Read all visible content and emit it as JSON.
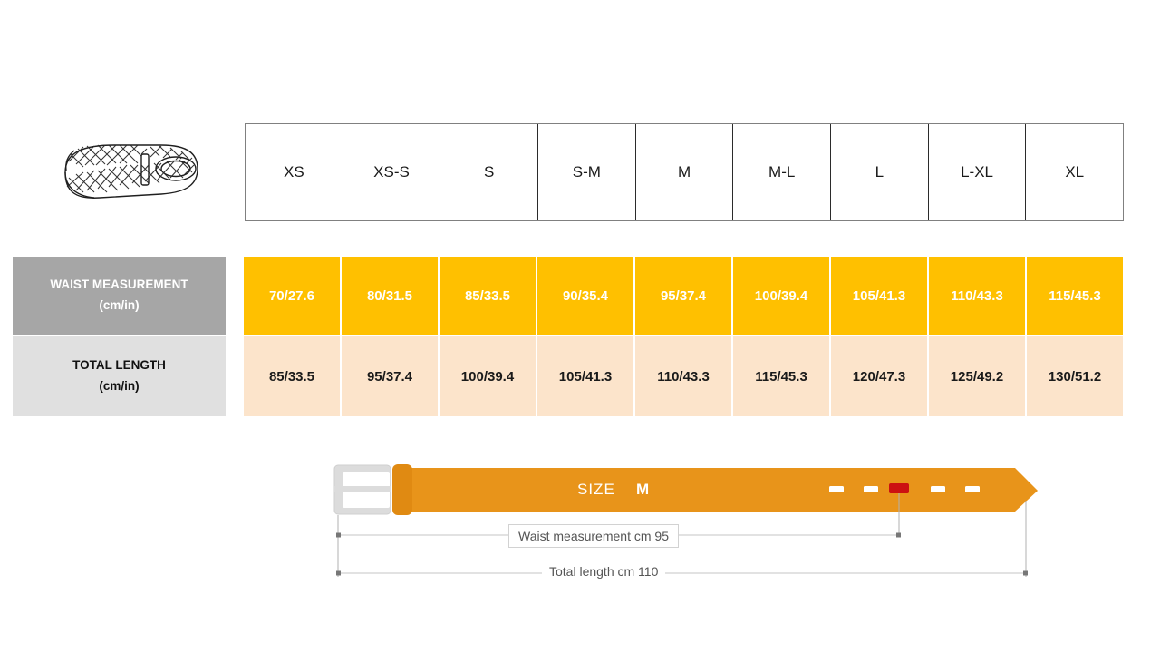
{
  "product": {
    "icon": "braided-belt-illustration"
  },
  "table": {
    "sizes": [
      "XS",
      "XS-S",
      "S",
      "S-M",
      "M",
      "M-L",
      "L",
      "L-XL",
      "XL"
    ],
    "rows": [
      {
        "label": "WAIST MEASUREMENT",
        "units": "(cm/in)",
        "values": [
          "70/27.6",
          "80/31.5",
          "85/33.5",
          "90/35.4",
          "95/37.4",
          "100/39.4",
          "105/41.3",
          "110/43.3",
          "115/45.3"
        ]
      },
      {
        "label": "TOTAL LENGTH",
        "units": "(cm/in)",
        "values": [
          "85/33.5",
          "95/37.4",
          "100/39.4",
          "105/41.3",
          "110/43.3",
          "115/45.3",
          "120/47.3",
          "125/49.2",
          "130/51.2"
        ]
      }
    ]
  },
  "diagram": {
    "size_prefix": "SIZE",
    "size_value": "M",
    "waist_label": "Waist measurement cm 95",
    "length_label": "Total length cm 110",
    "holes": 5,
    "active_hole_index": 2
  },
  "colors": {
    "waist_fill": "#ffc000",
    "waist_label_bg": "#a6a6a6",
    "length_fill": "#fce4cb",
    "length_label_bg": "#e0e0e0",
    "belt_orange": "#e8941a",
    "belt_keeper": "#e08a12",
    "active_hole": "#cc1111",
    "buckle": "#d9d9d9"
  },
  "chart_data": {
    "type": "table",
    "title": "Belt size chart",
    "categories": [
      "XS",
      "XS-S",
      "S",
      "S-M",
      "M",
      "M-L",
      "L",
      "L-XL",
      "XL"
    ],
    "series": [
      {
        "name": "Waist measurement (cm/in)",
        "values": [
          "70/27.6",
          "80/31.5",
          "85/33.5",
          "90/35.4",
          "95/37.4",
          "100/39.4",
          "105/41.3",
          "110/43.3",
          "115/45.3"
        ],
        "cm": [
          70,
          80,
          85,
          90,
          95,
          100,
          105,
          110,
          115
        ],
        "in": [
          27.6,
          31.5,
          33.5,
          35.4,
          37.4,
          39.4,
          41.3,
          43.3,
          45.3
        ]
      },
      {
        "name": "Total length (cm/in)",
        "values": [
          "85/33.5",
          "95/37.4",
          "100/39.4",
          "105/41.3",
          "110/43.3",
          "115/45.3",
          "120/47.3",
          "125/49.2",
          "130/51.2"
        ],
        "cm": [
          85,
          95,
          100,
          105,
          110,
          115,
          120,
          125,
          130
        ],
        "in": [
          33.5,
          37.4,
          39.4,
          41.3,
          43.3,
          45.3,
          47.3,
          49.2,
          51.2
        ]
      }
    ],
    "xlabel": "Size",
    "ylabel": "Measurement",
    "highlighted_category": "M"
  }
}
